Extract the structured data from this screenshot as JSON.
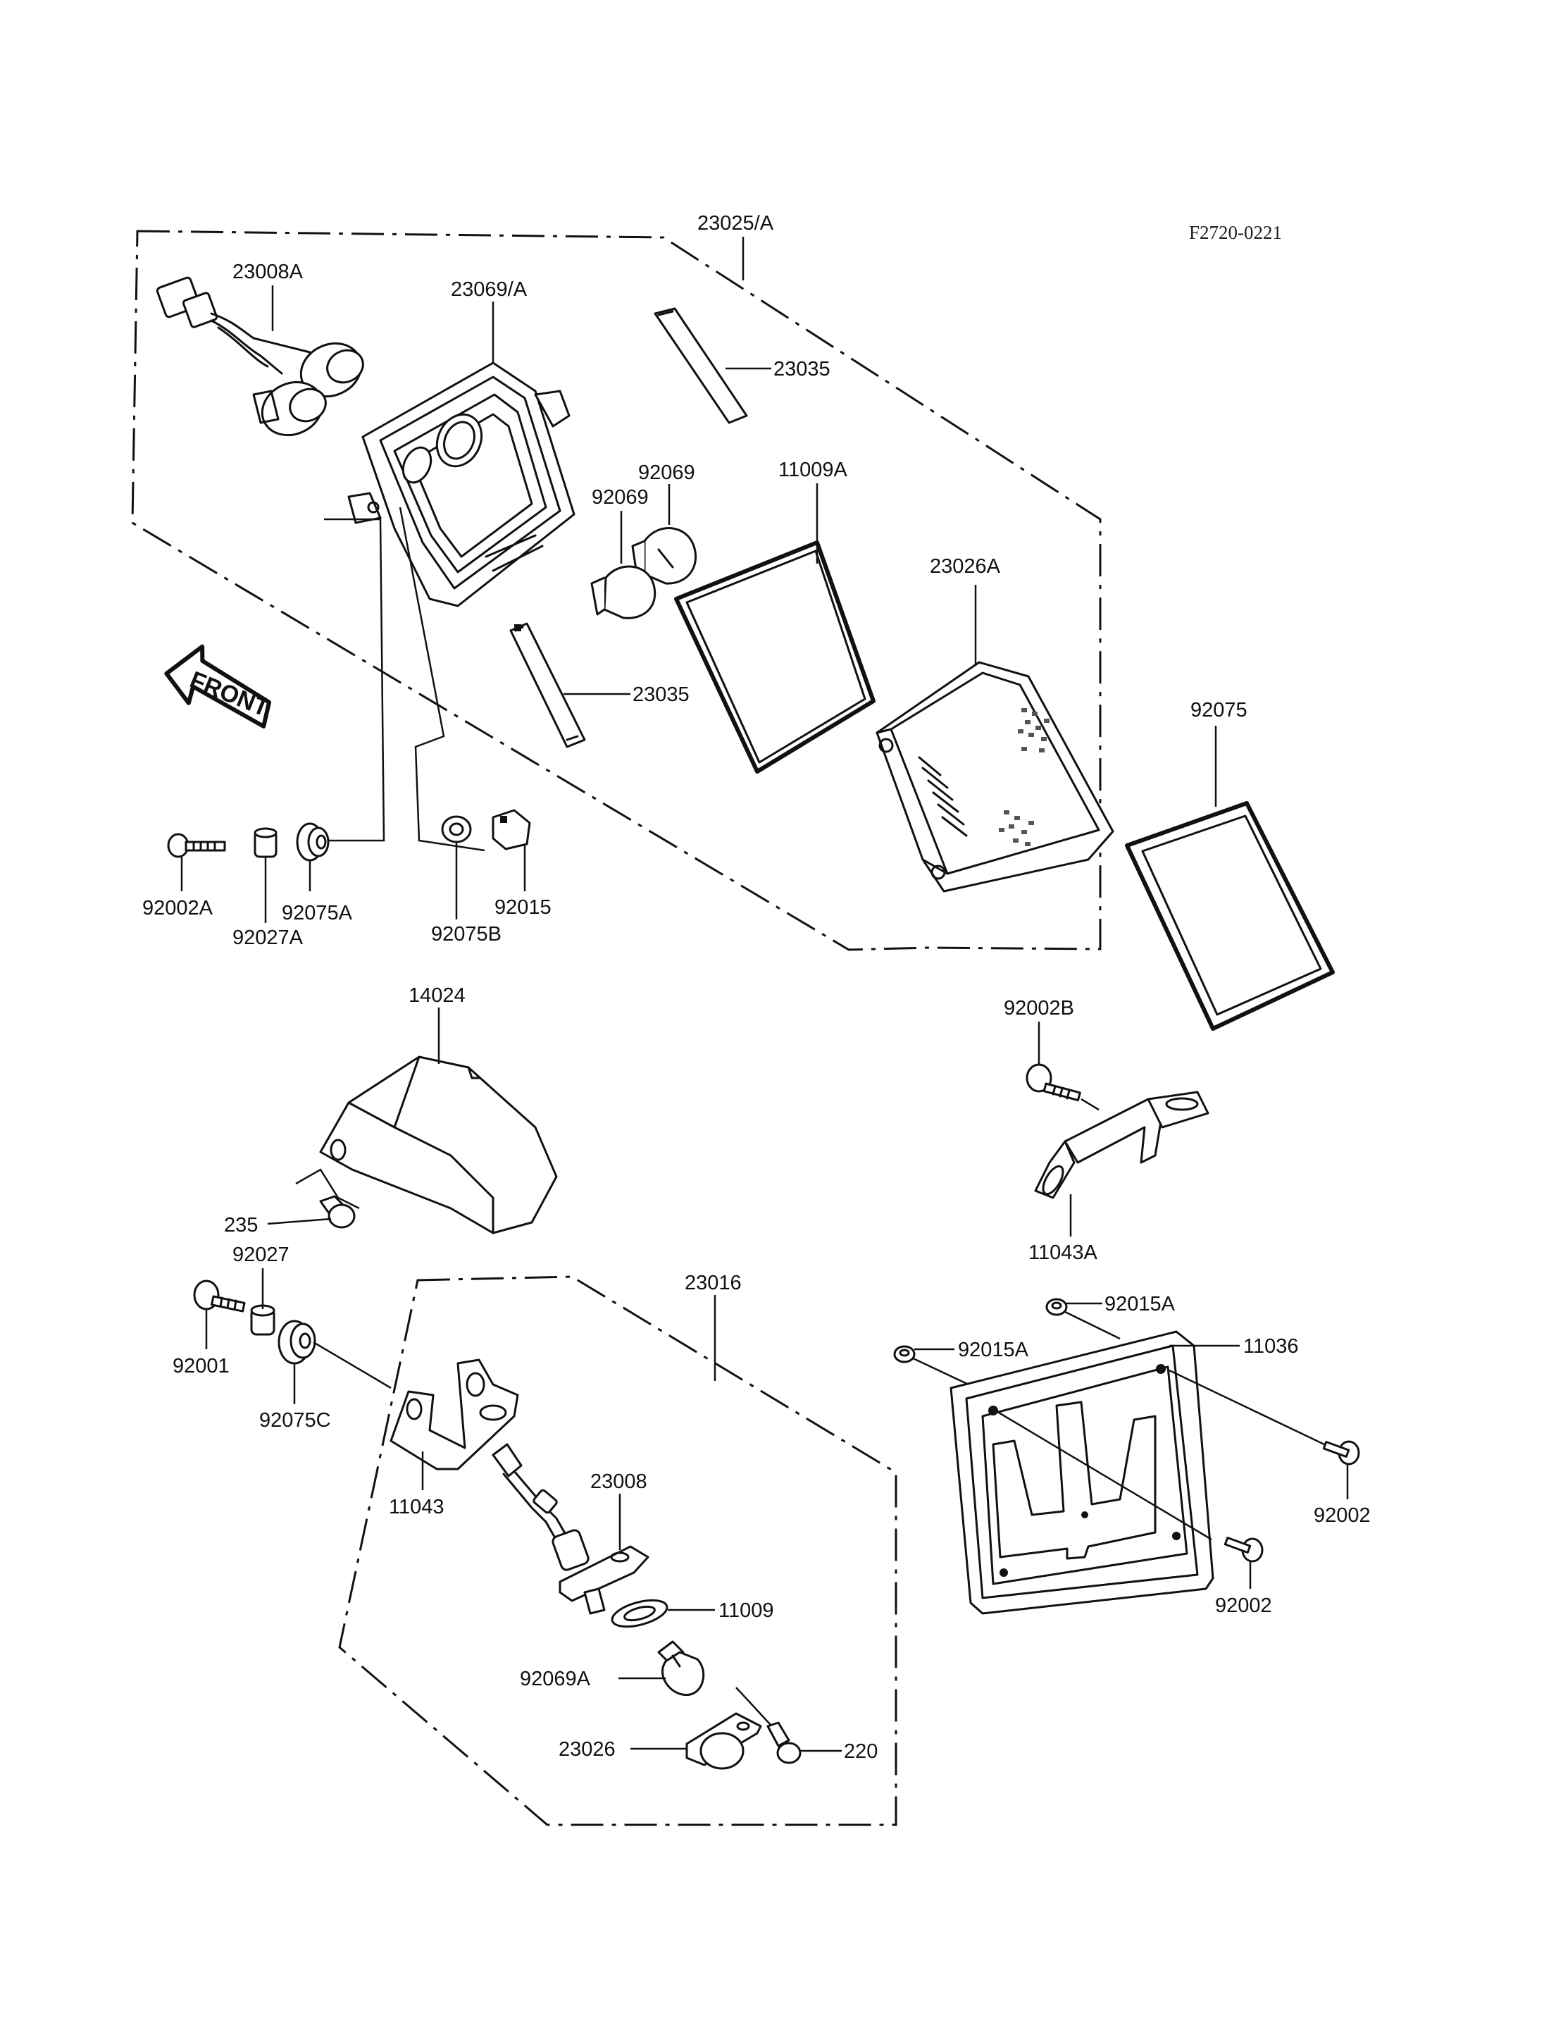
{
  "figure_code": "F2720-0221",
  "front_label": "FRONT",
  "parts": {
    "p23025A": "23025/A",
    "p23008A": "23008A",
    "p23069A": "23069/A",
    "p23035_top": "23035",
    "p92069_a": "92069",
    "p92069_b": "92069",
    "p11009A": "11009A",
    "p23026A": "23026A",
    "p23035_bottom": "23035",
    "p92075": "92075",
    "p92002A": "92002A",
    "p92027A": "92027A",
    "p92075A": "92075A",
    "p92075B": "92075B",
    "p92015": "92015",
    "p14024": "14024",
    "p92002B": "92002B",
    "p11043A": "11043A",
    "p235": "235",
    "p92027": "92027",
    "p23016": "23016",
    "p92001": "92001",
    "p92075C": "92075C",
    "p92015A_top": "92015A",
    "p92015A_left": "92015A",
    "p11036": "11036",
    "p11043": "11043",
    "p23008": "23008",
    "p11009": "11009",
    "p92002_right": "92002",
    "p92002_bottom": "92002",
    "p92069A": "92069A",
    "p23026": "23026",
    "p220": "220"
  }
}
